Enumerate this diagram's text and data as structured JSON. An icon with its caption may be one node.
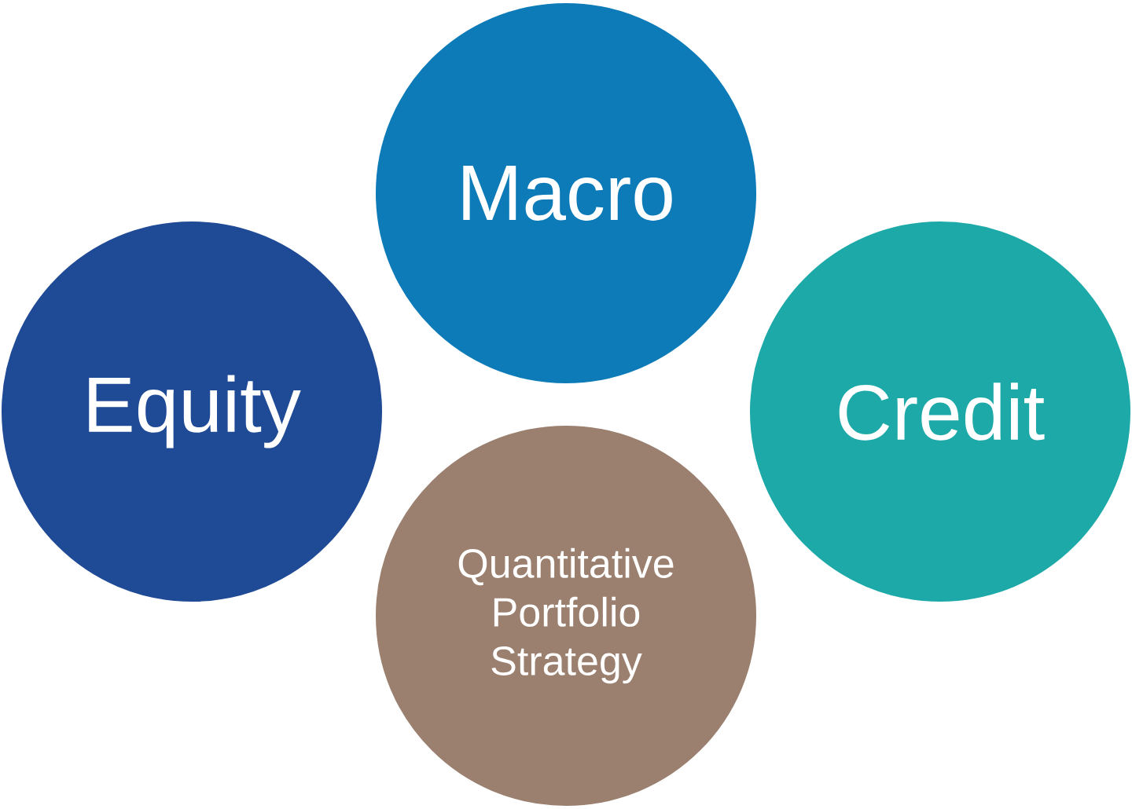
{
  "diagram": {
    "nodes": [
      {
        "text": [
          "Macro"
        ]
      },
      {
        "text": [
          "Equity"
        ]
      },
      {
        "text": [
          "Credit"
        ]
      },
      {
        "text": [
          "Quantitative Portfolio Strategy"
        ]
      }
    ]
  }
}
